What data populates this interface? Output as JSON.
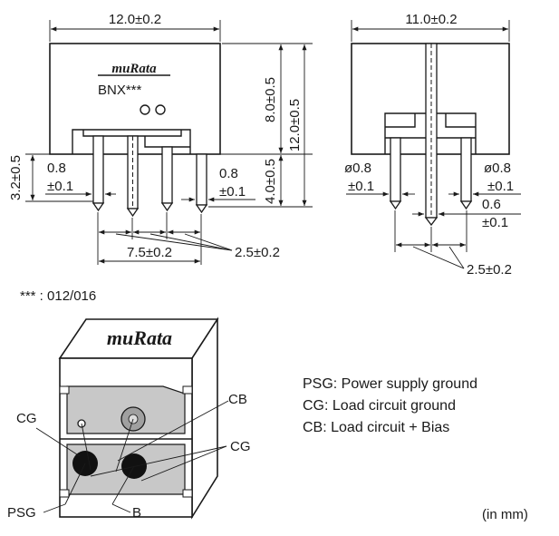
{
  "front_view": {
    "width_dim": "12.0±0.2",
    "height_upper_dim": "8.0±0.5",
    "height_total_dim": "12.0±0.5",
    "lead_length_dim": "4.0±0.5",
    "left_standoff_dim": "3.2±0.5",
    "left_pin_dim_line1": "0.8",
    "left_pin_dim_line2": "±0.1",
    "right_pin_dim_line1": "0.8",
    "right_pin_dim_line2": "±0.1",
    "pitch_total_dim": "7.5±0.2",
    "pitch_dim": "2.5±0.2",
    "brand": "muRata",
    "model": "BNX***"
  },
  "side_view": {
    "width_dim": "11.0±0.2",
    "left_pin_dim_line1": "ø0.8",
    "left_pin_dim_line2": "±0.1",
    "right_pin_dim_line1": "ø0.8",
    "right_pin_dim_line2": "±0.1",
    "pin_thickness_line1": "0.6",
    "pin_thickness_line2": "±0.1",
    "pitch_dim": "2.5±0.2"
  },
  "variant_note": "*** : 012/016",
  "iso_view": {
    "brand": "muRata",
    "labels": {
      "cg_left": "CG",
      "cb": "CB",
      "cg_right": "CG",
      "psg": "PSG",
      "b": "B"
    }
  },
  "legend": [
    "PSG: Power supply ground",
    "CG: Load circuit ground",
    "CB: Load circuit + Bias"
  ],
  "units_note": "(in mm)"
}
